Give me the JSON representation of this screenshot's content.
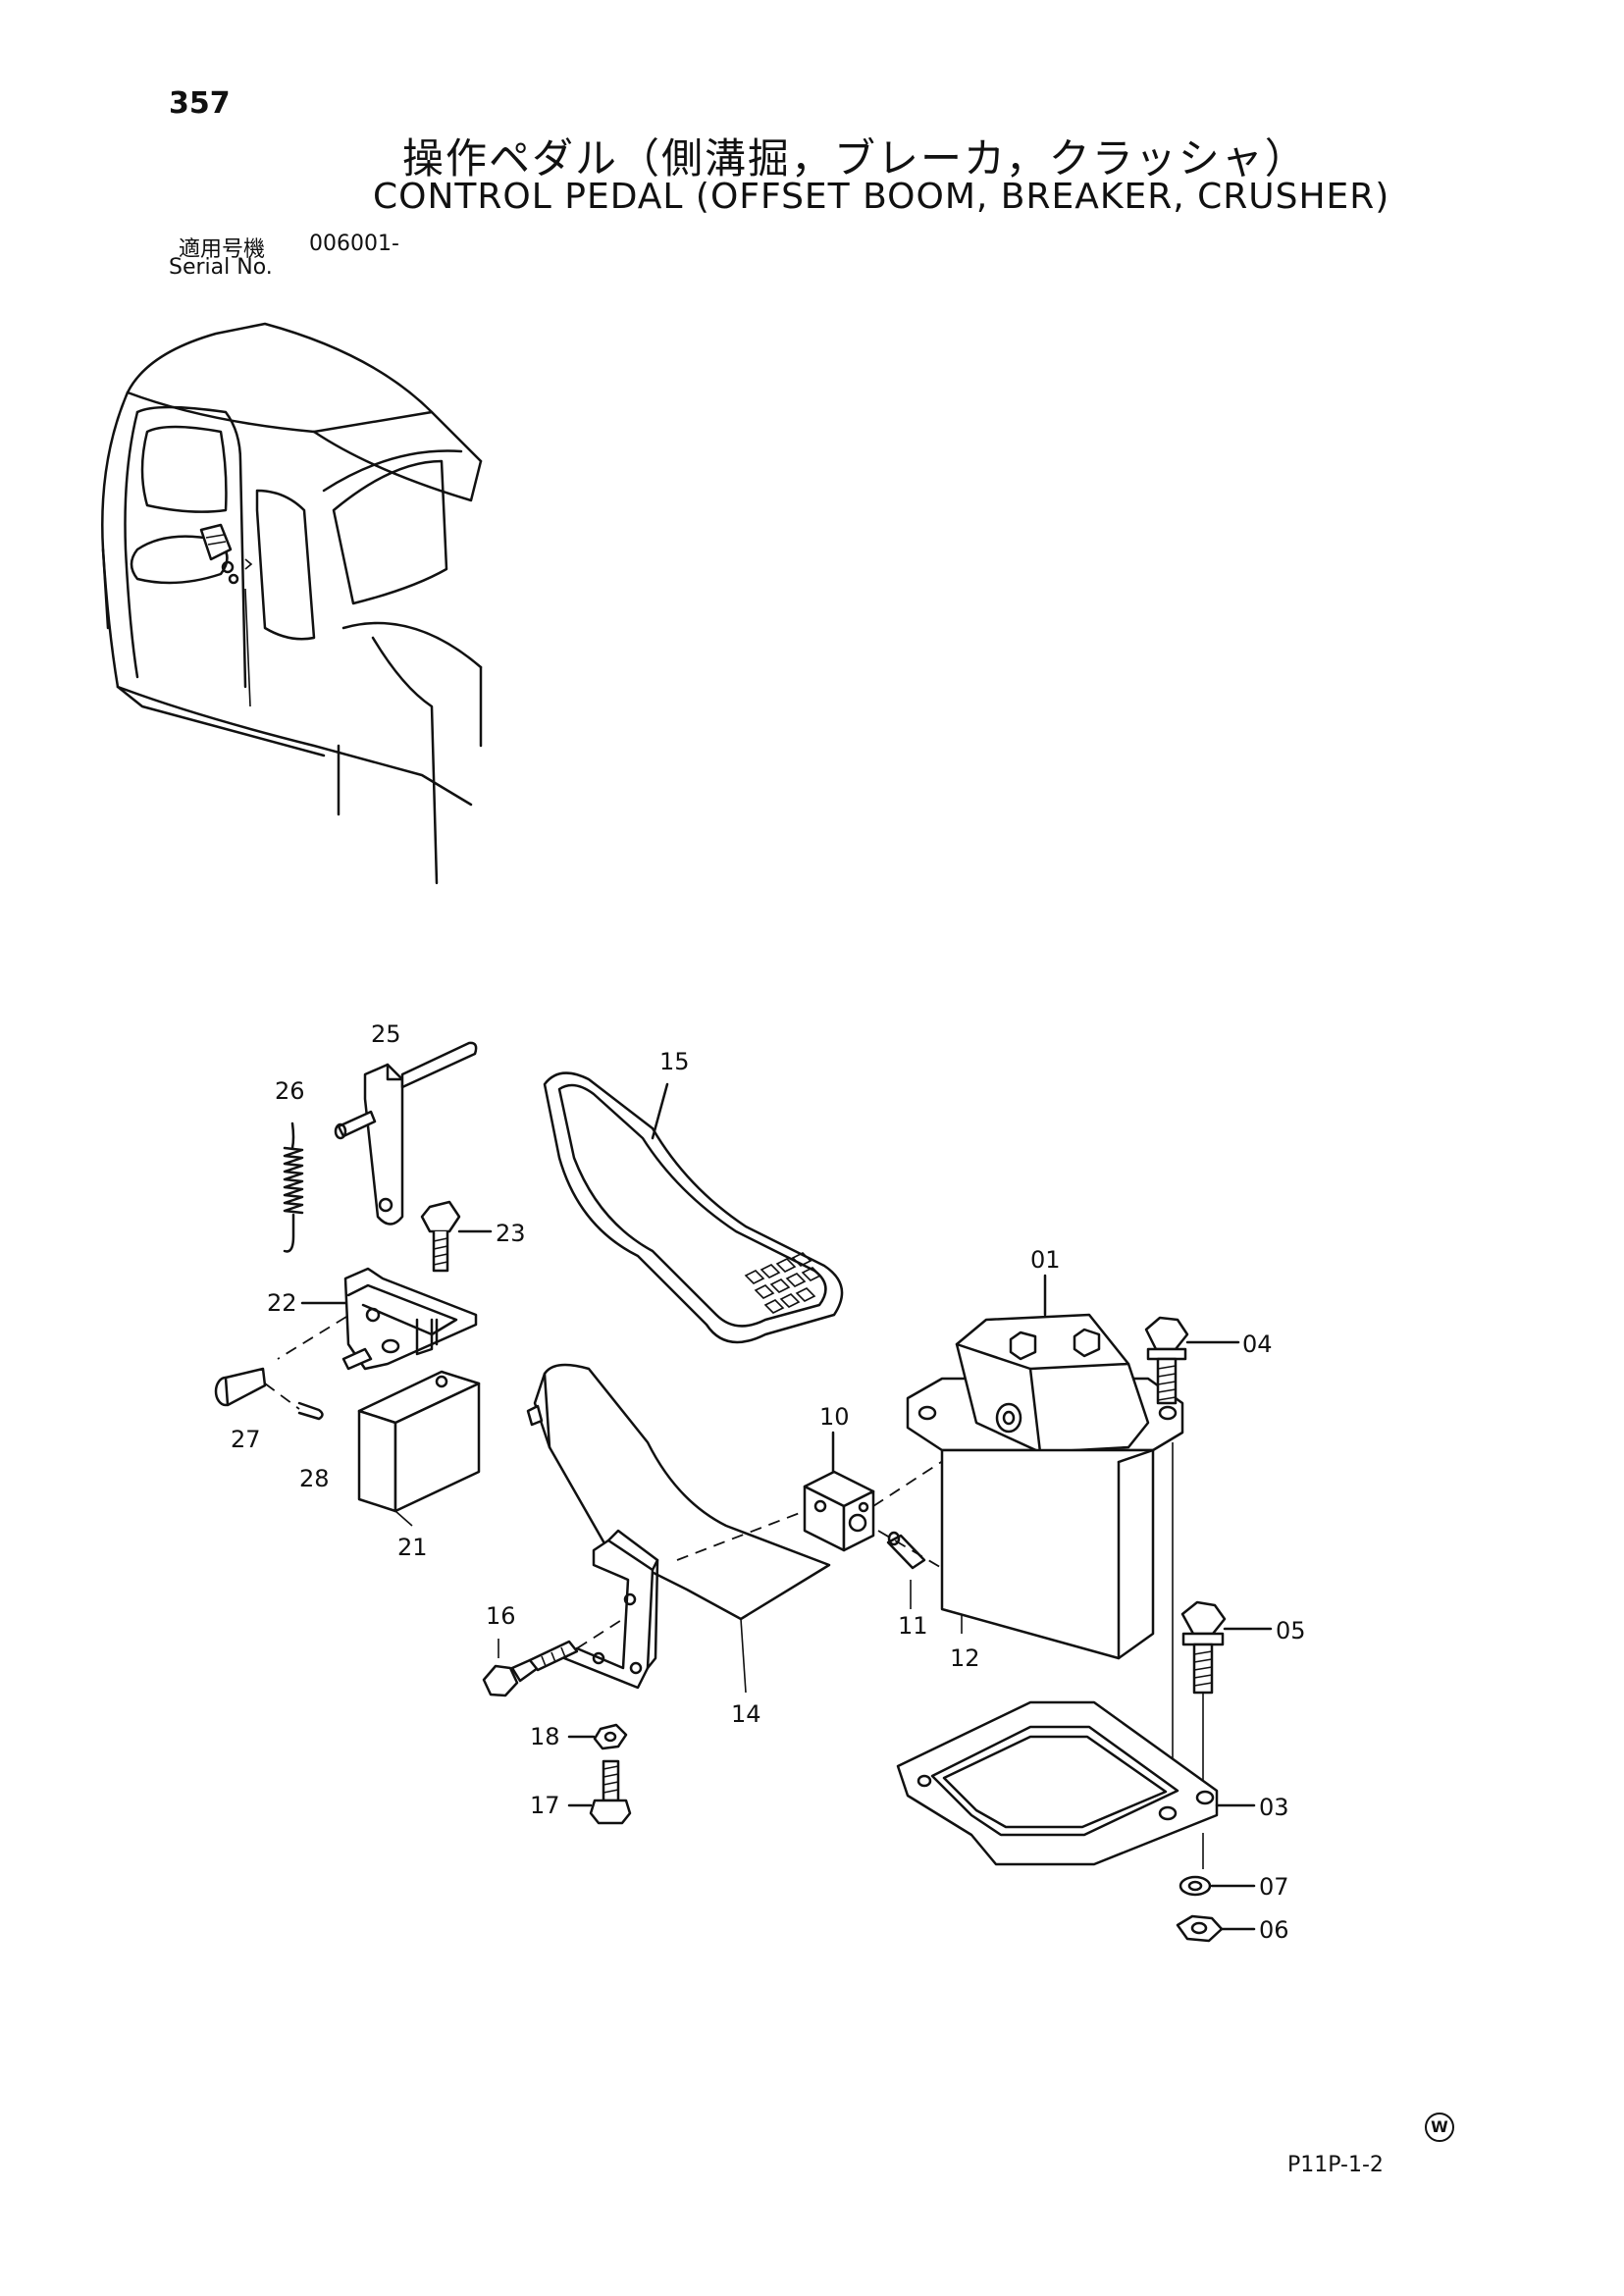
{
  "header": {
    "page_number": "357",
    "title_jp": "操作ペダル（側溝掘，ブレーカ，クラッシャ）",
    "title_en": "CONTROL PEDAL (OFFSET BOOM, BREAKER, CRUSHER)",
    "serial_label_jp": "適用号機",
    "serial_value": "006001-",
    "serial_label_en": "Serial No."
  },
  "parts": {
    "p01": "01",
    "p03": "03",
    "p04": "04",
    "p05": "05",
    "p06": "06",
    "p07": "07",
    "p10": "10",
    "p11": "11",
    "p12": "12",
    "p14": "14",
    "p15": "15",
    "p16": "16",
    "p17": "17",
    "p18": "18",
    "p21": "21",
    "p22": "22",
    "p23": "23",
    "p25": "25",
    "p26": "26",
    "p27": "27",
    "p28": "28"
  },
  "footer": {
    "mark": "W",
    "code": "P11P-1-2"
  }
}
